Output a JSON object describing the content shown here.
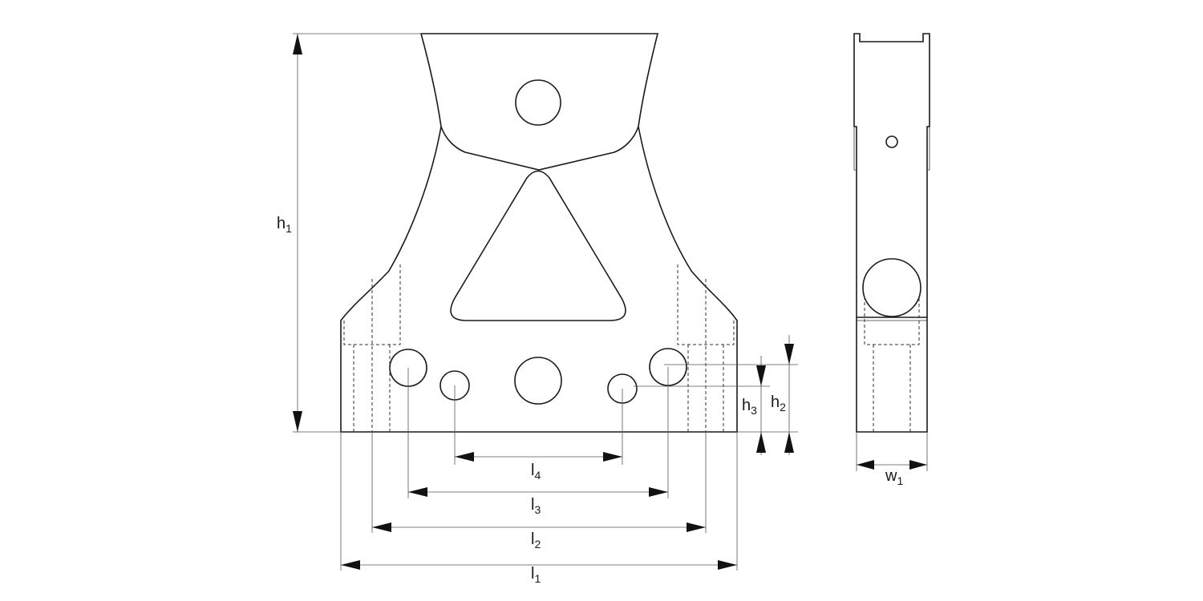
{
  "dimensions": {
    "h1": {
      "main": "h",
      "sub": "1"
    },
    "h2": {
      "main": "h",
      "sub": "2"
    },
    "h3": {
      "main": "h",
      "sub": "3"
    },
    "l1": {
      "main": "l",
      "sub": "1"
    },
    "l2": {
      "main": "l",
      "sub": "2"
    },
    "l3": {
      "main": "l",
      "sub": "3"
    },
    "l4": {
      "main": "l",
      "sub": "4"
    },
    "w1": {
      "main": "w",
      "sub": "1"
    }
  },
  "colors": {
    "line": "#1a1a1a",
    "background": "#ffffff"
  }
}
